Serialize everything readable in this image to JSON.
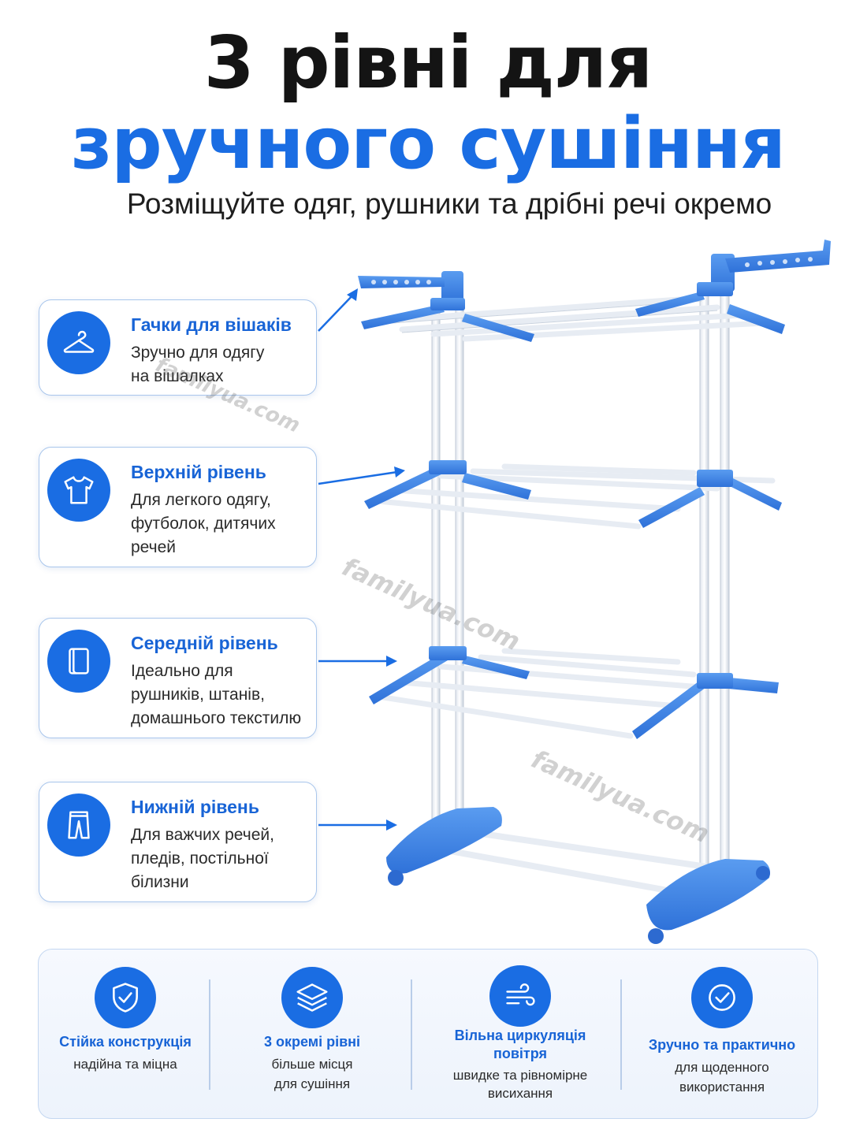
{
  "header": {
    "title_line1": "3 рівні для",
    "title_line2": "зручного сушіння",
    "subtitle": "Розміщуйте одяг, рушники та дрібні речі окремо"
  },
  "levels": [
    {
      "title": "Гачки для вішаків",
      "text": "Зручно для одягу\nна вішалках",
      "icon": "hanger-icon"
    },
    {
      "title": "Верхній рівень",
      "text": "Для легкого одягу,\nфутболок, дитячих\nречей",
      "icon": "tshirt-icon"
    },
    {
      "title": "Середній рівень",
      "text": "Ідеально для\nрушників, штанів,\nдомашнього текстилю",
      "icon": "towel-icon"
    },
    {
      "title": "Нижній рівень",
      "text": "Для важчих речей,\nпледів, постільної\nбілизни",
      "icon": "pants-icon"
    }
  ],
  "features": [
    {
      "title": "Стійка конструкція",
      "sub": "надійна та міцна",
      "icon": "shield-check-icon"
    },
    {
      "title": "3 окремі рівні",
      "sub": "більше місця\nдля сушіння",
      "icon": "layers-icon"
    },
    {
      "title": "Вільна циркуляція\nповітря",
      "sub": "швидке та рівномірне\nвисихання",
      "icon": "wind-icon"
    },
    {
      "title": "Зручно та практично",
      "sub": "для щоденного\nвикористання",
      "icon": "check-circle-icon"
    }
  ],
  "watermark": "familyua.com",
  "colors": {
    "accent": "#1a6de3",
    "accent_text": "#1864d6",
    "card_border": "#a9c6ec",
    "rack_blue": "#3b82e6"
  }
}
